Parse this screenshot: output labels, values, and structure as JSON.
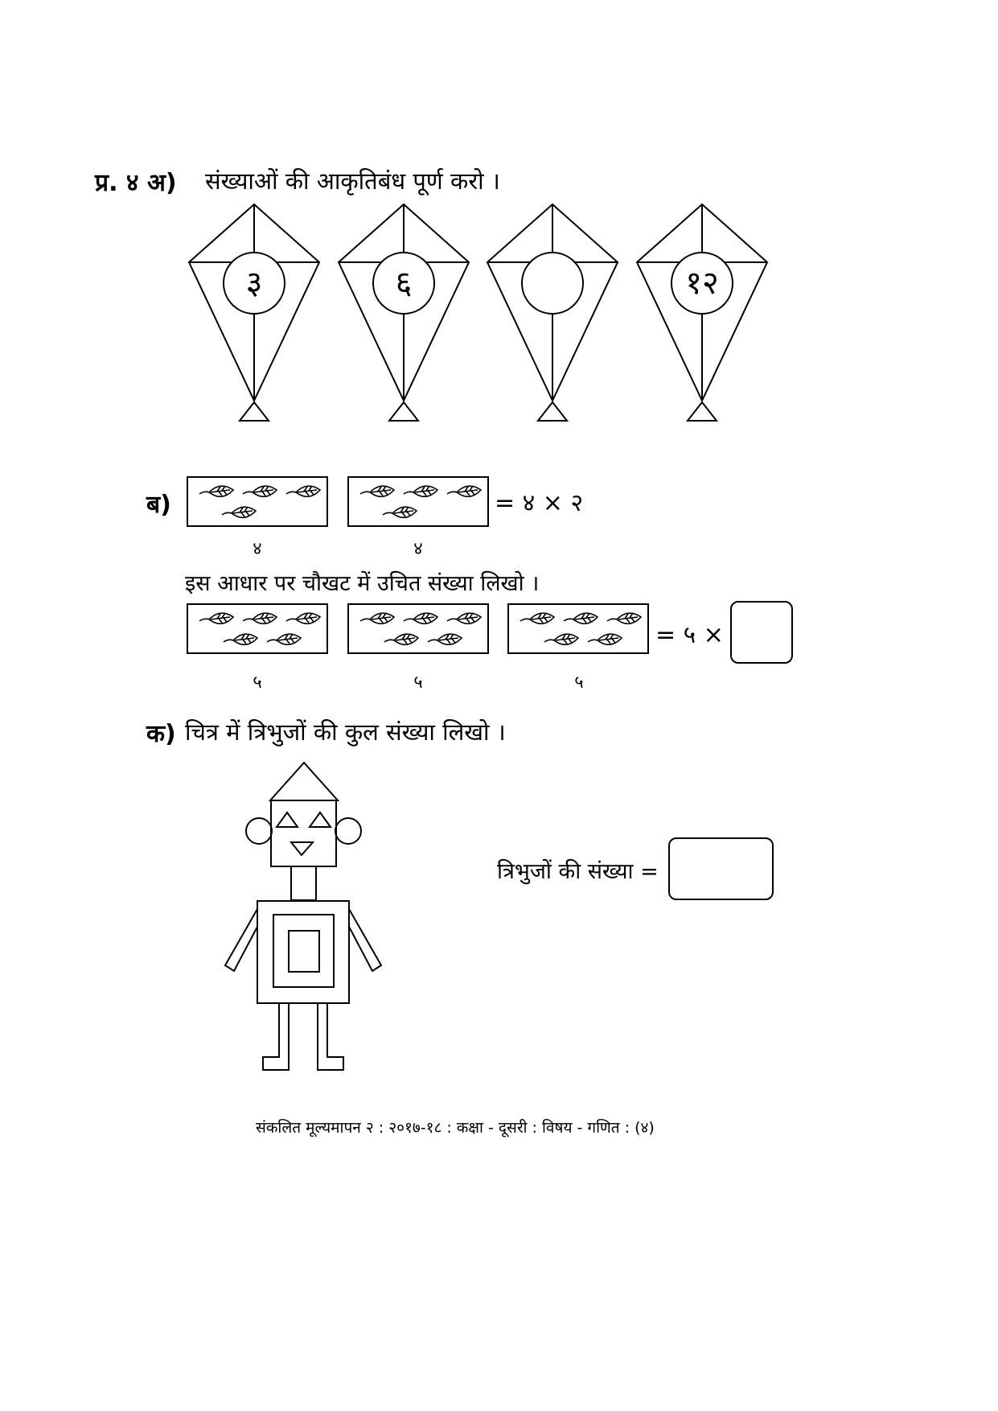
{
  "q4a": {
    "label": "प्र. ४ अ)",
    "instruction": "संख्याओं की आकृतिबंध पूर्ण करो ।",
    "kites": [
      "३",
      "६",
      "",
      "१२"
    ]
  },
  "q4b": {
    "label": "ब)",
    "example": {
      "groups": [
        {
          "leaves": 4,
          "count_label": "४"
        },
        {
          "leaves": 4,
          "count_label": "४"
        }
      ],
      "equation": "= ४ × २"
    },
    "instruction": "इस आधार पर चौखट में उचित संख्या लिखो ।",
    "exercise": {
      "groups": [
        {
          "leaves": 5,
          "count_label": "५"
        },
        {
          "leaves": 5,
          "count_label": "५"
        },
        {
          "leaves": 5,
          "count_label": "५"
        }
      ],
      "equation": "= ५ ×",
      "answer": ""
    }
  },
  "q4c": {
    "label": "क)",
    "instruction": "चित्र में त्रिभुजों की कुल संख्या लिखो ।",
    "answer_label": "त्रिभुजों की संख्या =",
    "answer": ""
  },
  "footer": "संकलित मूल्यमापन २ : २०१७-१८ : कक्षा - दूसरी : विषय - गणित : (४)"
}
